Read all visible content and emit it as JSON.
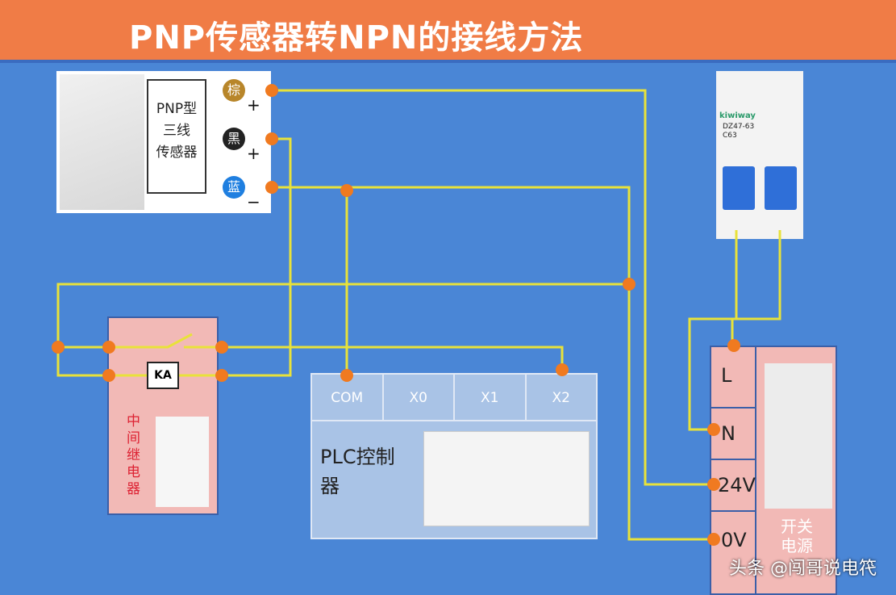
{
  "title": "PNP传感器转NPN的接线方法",
  "sensor": {
    "label_lines": [
      "PNP型",
      "三线",
      "传感器"
    ],
    "wires": [
      {
        "name": "棕",
        "sign": "+",
        "color": "#b8862a"
      },
      {
        "name": "黑",
        "sign": "+",
        "color": "#222222"
      },
      {
        "name": "蓝",
        "sign": "−",
        "color": "#1f7fe0"
      }
    ]
  },
  "relay": {
    "coil": "KA",
    "label": "中间继电器"
  },
  "plc": {
    "terminals": [
      "COM",
      "X0",
      "X1",
      "X2"
    ],
    "name": "PLC控制器"
  },
  "breaker": {
    "brand": "kiwiway",
    "model": "DZ47-63",
    "rating": "C63"
  },
  "power_supply": {
    "terminals": [
      "L",
      "N",
      "24V",
      "0V"
    ],
    "label": "开关电源"
  },
  "watermark": "头条 @闯哥说电笩",
  "colors": {
    "wire": "#e8e23a",
    "node": "#f07a20",
    "title_bar": "#f07c46",
    "background": "#4a86d6"
  }
}
